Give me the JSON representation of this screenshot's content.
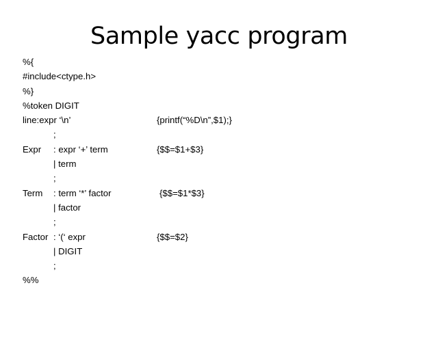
{
  "slide": {
    "title": "Sample yacc program",
    "background_color": "#ffffff",
    "text_color": "#000000"
  },
  "code": {
    "language": "yacc",
    "lines": [
      {
        "label": "%{",
        "rule": "",
        "action": ""
      },
      {
        "label": "#include<ctype.h>",
        "rule": "",
        "action": ""
      },
      {
        "label": "%}",
        "rule": "",
        "action": ""
      },
      {
        "label": "%token DIGIT",
        "rule": "",
        "action": ""
      },
      {
        "label": "line:expr ‘\\n’",
        "rule": "",
        "action": "{printf(“%D\\n”,$1);}"
      },
      {
        "label": "",
        "rule": ";",
        "action": ""
      },
      {
        "label": "Expr",
        "rule": ": expr ‘+’ term",
        "action": "{$$=$1+$3}"
      },
      {
        "label": "",
        "rule": "| term",
        "action": ""
      },
      {
        "label": "",
        "rule": ";",
        "action": ""
      },
      {
        "label": "Term",
        "rule": ": term ‘*’ factor",
        "action": "{$$=$1*$3}"
      },
      {
        "label": "",
        "rule": "| factor",
        "action": ""
      },
      {
        "label": "",
        "rule": ";",
        "action": ""
      },
      {
        "label": "Factor",
        "rule": ": ‘(‘ expr",
        "action": "{$$=$2}"
      },
      {
        "label": "",
        "rule": "| DIGIT",
        "action": ""
      },
      {
        "label": "",
        "rule": ";",
        "action": ""
      },
      {
        "label": "%%",
        "rule": "",
        "action": ""
      }
    ]
  }
}
